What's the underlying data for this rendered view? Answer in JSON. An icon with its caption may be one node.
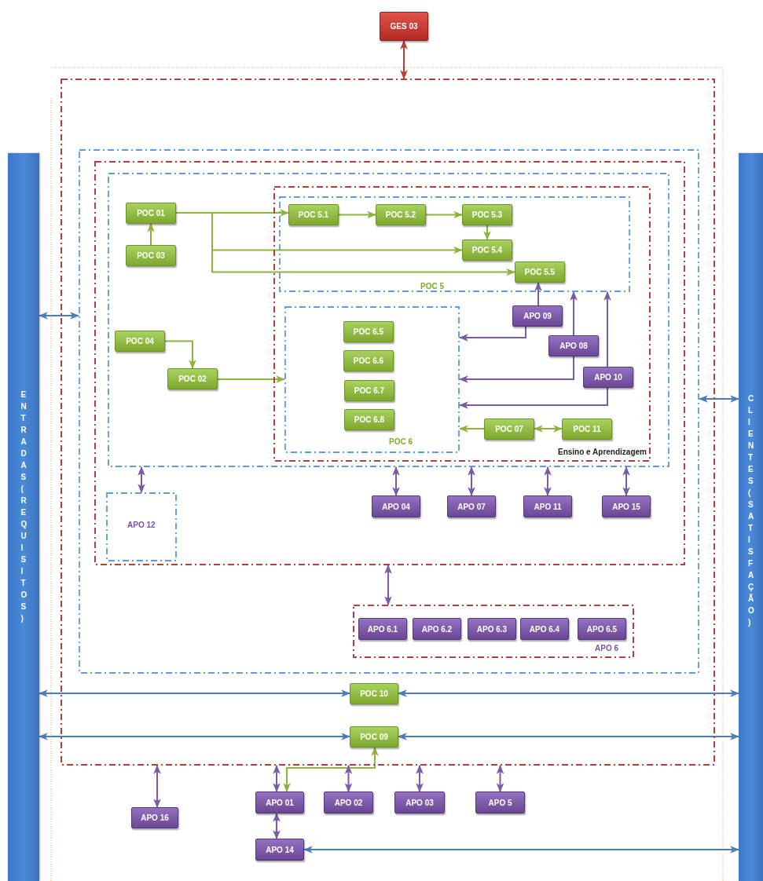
{
  "diagram": {
    "nodes": [
      {
        "text": [
          "GES 03"
        ]
      },
      {
        "text": [
          "ENTRADAS (REQUISITOS)"
        ]
      },
      {
        "text": [
          "CLIENTES (SATISFAÇÃO)"
        ]
      },
      {
        "text": [],
        "shape": "box"
      },
      {
        "text": [],
        "shape": "box",
        "in": 3
      },
      {
        "text": [],
        "shape": "box",
        "in": 4
      },
      {
        "text": [],
        "shape": "box",
        "in": 5
      },
      {
        "text": [
          "Ensino e Aprendizagem"
        ],
        "in": 6
      },
      {
        "text": [
          "POC 5"
        ],
        "in": 7
      },
      {
        "text": [
          "POC 5.1"
        ],
        "in": 8
      },
      {
        "text": [
          "POC 5.2"
        ],
        "in": 8
      },
      {
        "text": [
          "POC 5.3"
        ],
        "in": 8
      },
      {
        "text": [
          "POC 5.4"
        ],
        "in": 8
      },
      {
        "text": [
          "POC 5.5"
        ],
        "in": 8
      },
      {
        "text": [
          "POC 6"
        ],
        "in": 7
      },
      {
        "text": [
          "POC 6.5"
        ],
        "in": 14
      },
      {
        "text": [
          "POC 6.6"
        ],
        "in": 14
      },
      {
        "text": [
          "POC 6.7"
        ],
        "in": 14
      },
      {
        "text": [
          "POC 6.8"
        ],
        "in": 14
      },
      {
        "text": [
          "APO 09"
        ],
        "in": 7
      },
      {
        "text": [
          "APO 08"
        ],
        "in": 7
      },
      {
        "text": [
          "APO 10"
        ],
        "in": 7
      },
      {
        "text": [
          "POC 07"
        ],
        "in": 7
      },
      {
        "text": [
          "POC 11"
        ],
        "in": 7
      },
      {
        "text": [
          "POC 01"
        ],
        "in": 6
      },
      {
        "text": [
          "POC 03"
        ],
        "in": 6
      },
      {
        "text": [
          "POC 04"
        ],
        "in": 6
      },
      {
        "text": [
          "POC 02"
        ],
        "in": 6
      },
      {
        "text": [
          "APO 12"
        ],
        "in": 5
      },
      {
        "text": [
          "APO 04"
        ],
        "in": 5
      },
      {
        "text": [
          "APO 07"
        ],
        "in": 5
      },
      {
        "text": [
          "APO 11"
        ],
        "in": 5
      },
      {
        "text": [
          "APO 15"
        ],
        "in": 5
      },
      {
        "text": [
          "APO 6"
        ],
        "in": 4
      },
      {
        "text": [
          "APO 6.1"
        ],
        "in": 33
      },
      {
        "text": [
          "APO 6.2"
        ],
        "in": 33
      },
      {
        "text": [
          "APO 6.3"
        ],
        "in": 33
      },
      {
        "text": [
          "APO 6.4"
        ],
        "in": 33
      },
      {
        "text": [
          "APO 6.5"
        ],
        "in": 33
      },
      {
        "text": [
          "POC 10"
        ],
        "in": 3
      },
      {
        "text": [
          "POC 09"
        ],
        "in": 3
      },
      {
        "text": [
          "APO 16"
        ]
      },
      {
        "text": [
          "APO 01"
        ]
      },
      {
        "text": [
          "APO 02"
        ]
      },
      {
        "text": [
          "APO 03"
        ]
      },
      {
        "text": [
          "APO 5"
        ]
      },
      {
        "text": [
          "APO 14"
        ]
      }
    ],
    "edges": [
      {
        "from": 0,
        "to": 3,
        "arrow": "both",
        "color": "#b5403a"
      },
      {
        "from": 1,
        "to": 4,
        "arrow": "both",
        "color": "#4a7ebb"
      },
      {
        "from": 4,
        "to": 2,
        "arrow": "both",
        "color": "#4a7ebb"
      },
      {
        "from": 24,
        "to": 9,
        "arrow": "to",
        "color": "#8db53c"
      },
      {
        "from": 24,
        "to": 12,
        "arrow": "to",
        "color": "#8db53c"
      },
      {
        "from": 24,
        "to": 13,
        "arrow": "to",
        "color": "#8db53c"
      },
      {
        "from": 9,
        "to": 10,
        "arrow": "to",
        "color": "#8db53c"
      },
      {
        "from": 10,
        "to": 11,
        "arrow": "to",
        "color": "#8db53c"
      },
      {
        "from": 11,
        "to": 12,
        "arrow": "to",
        "color": "#8db53c"
      },
      {
        "from": 25,
        "to": 24,
        "arrow": "to",
        "color": "#8db53c"
      },
      {
        "from": 26,
        "to": 27,
        "arrow": "to",
        "color": "#8db53c"
      },
      {
        "from": 27,
        "to": 14,
        "arrow": "to",
        "color": "#8db53c"
      },
      {
        "from": 19,
        "to": 13,
        "arrow": "to"
      },
      {
        "from": 19,
        "to": 14,
        "arrow": "to"
      },
      {
        "from": 20,
        "to": 8,
        "arrow": "to"
      },
      {
        "from": 20,
        "to": 14,
        "arrow": "to"
      },
      {
        "from": 21,
        "to": 8,
        "arrow": "to"
      },
      {
        "from": 21,
        "to": 14,
        "arrow": "to"
      },
      {
        "from": 22,
        "to": 14,
        "arrow": "to",
        "color": "#8db53c"
      },
      {
        "from": 22,
        "to": 23,
        "arrow": "both",
        "color": "#8db53c"
      },
      {
        "from": 6,
        "to": 28,
        "arrow": "both"
      },
      {
        "from": 6,
        "to": 29,
        "arrow": "both"
      },
      {
        "from": 6,
        "to": 30,
        "arrow": "both"
      },
      {
        "from": 6,
        "to": 31,
        "arrow": "both"
      },
      {
        "from": 6,
        "to": 32,
        "arrow": "both"
      },
      {
        "from": 5,
        "to": 33,
        "arrow": "both"
      },
      {
        "from": 1,
        "to": 39,
        "arrow": "both",
        "color": "#4a7ebb"
      },
      {
        "from": 39,
        "to": 2,
        "arrow": "both",
        "color": "#4a7ebb"
      },
      {
        "from": 1,
        "to": 40,
        "arrow": "both",
        "color": "#4a7ebb"
      },
      {
        "from": 40,
        "to": 2,
        "arrow": "both",
        "color": "#4a7ebb"
      },
      {
        "from": 3,
        "to": 41,
        "arrow": "both"
      },
      {
        "from": 3,
        "to": 42,
        "arrow": "both"
      },
      {
        "from": 40,
        "to": 42,
        "arrow": "both",
        "color": "#8db53c"
      },
      {
        "from": 3,
        "to": 43,
        "arrow": "both"
      },
      {
        "from": 3,
        "to": 44,
        "arrow": "both"
      },
      {
        "from": 3,
        "to": 45,
        "arrow": "both"
      },
      {
        "from": 42,
        "to": 46,
        "arrow": "both"
      },
      {
        "from": 46,
        "to": 2,
        "arrow": "both",
        "color": "#4a7ebb"
      }
    ]
  }
}
